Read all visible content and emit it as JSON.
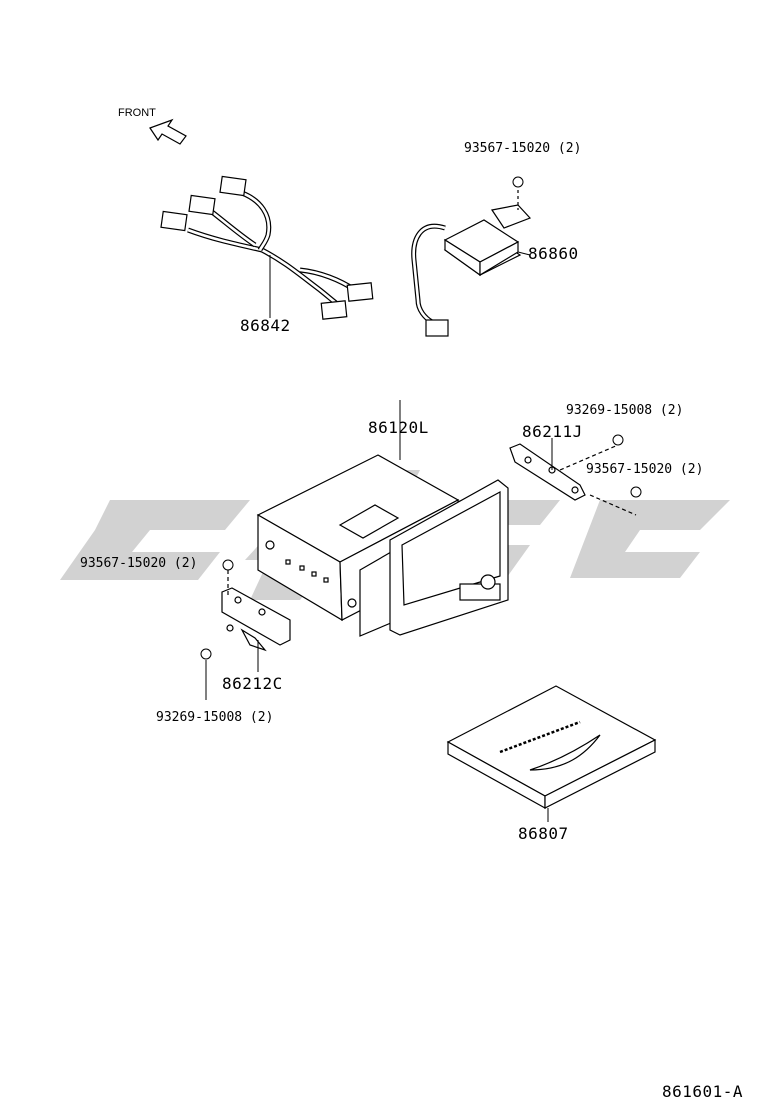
{
  "orientation": {
    "label": "FRONT"
  },
  "parts": {
    "wire_harness": "86842",
    "amplifier_assy": "86860",
    "navigation_receiver": "86120L",
    "bracket_right": "86211J",
    "bracket_left": "86212C",
    "manual_book": "86807"
  },
  "fasteners": {
    "screw_top": "93567-15020 (2)",
    "screw_right_a": "93269-15008 (2)",
    "screw_right_b": "93567-15020 (2)",
    "screw_left_a": "93567-15020 (2)",
    "screw_left_b": "93269-15008 (2)"
  },
  "illustration_id": "861601-A",
  "colors": {
    "line": "#000000",
    "watermark": "#d0d0d0",
    "background": "#ffffff"
  }
}
